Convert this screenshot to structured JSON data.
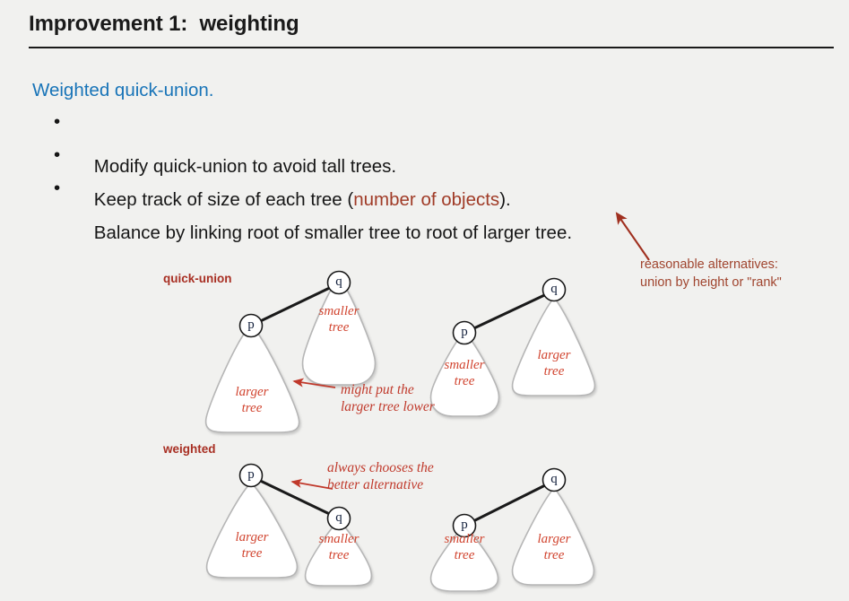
{
  "slide": {
    "title": "Improvement 1:  weighting",
    "lead": "Weighted quick-union.",
    "bullets": [
      {
        "marker": "•",
        "pre": "Modify quick-union to avoid tall trees.",
        "accent": "",
        "post": ""
      },
      {
        "marker": "•",
        "pre": "Keep track of size of each tree (",
        "accent": "number of objects",
        "post": ")."
      },
      {
        "marker": "•",
        "pre": "Balance by linking root of smaller tree to root of larger tree.",
        "accent": "",
        "post": ""
      }
    ]
  },
  "annotations": {
    "alternatives": "reasonable alternatives:\nunion by height or \"rank\"",
    "might_put": "might put the\nlarger tree lower",
    "always_chooses": "always chooses the\nbetter alternative"
  },
  "diagram": {
    "labels": {
      "quick_union": "quick-union",
      "weighted": "weighted"
    },
    "node_letters": {
      "p": "p",
      "q": "q"
    },
    "tree_labels": {
      "larger": "larger\ntree",
      "smaller": "smaller\ntree"
    },
    "rows": [
      {
        "name": "quick-union",
        "left_case": {
          "root": "p",
          "root_tree": "larger",
          "child": "q",
          "child_tree": "smaller"
        },
        "right_case": {
          "root": "q",
          "root_tree": "larger",
          "child": "p",
          "child_tree": "smaller"
        }
      },
      {
        "name": "weighted",
        "left_case": {
          "root": "p",
          "root_tree": "larger",
          "child": "q",
          "child_tree": "smaller"
        },
        "right_case": {
          "root": "q",
          "root_tree": "larger",
          "child": "p",
          "child_tree": "smaller"
        }
      }
    ]
  },
  "colors": {
    "background": "#f1f1ef",
    "title": "#1a1a1a",
    "lead_blue": "#1874b8",
    "accent_maroon": "#a03b27",
    "label_red": "#a82f23",
    "note_red": "#c0392b",
    "tree_label_red": "#d1442f",
    "tree_outline": "#b6b6b6",
    "edge_black": "#1a1a1a"
  }
}
